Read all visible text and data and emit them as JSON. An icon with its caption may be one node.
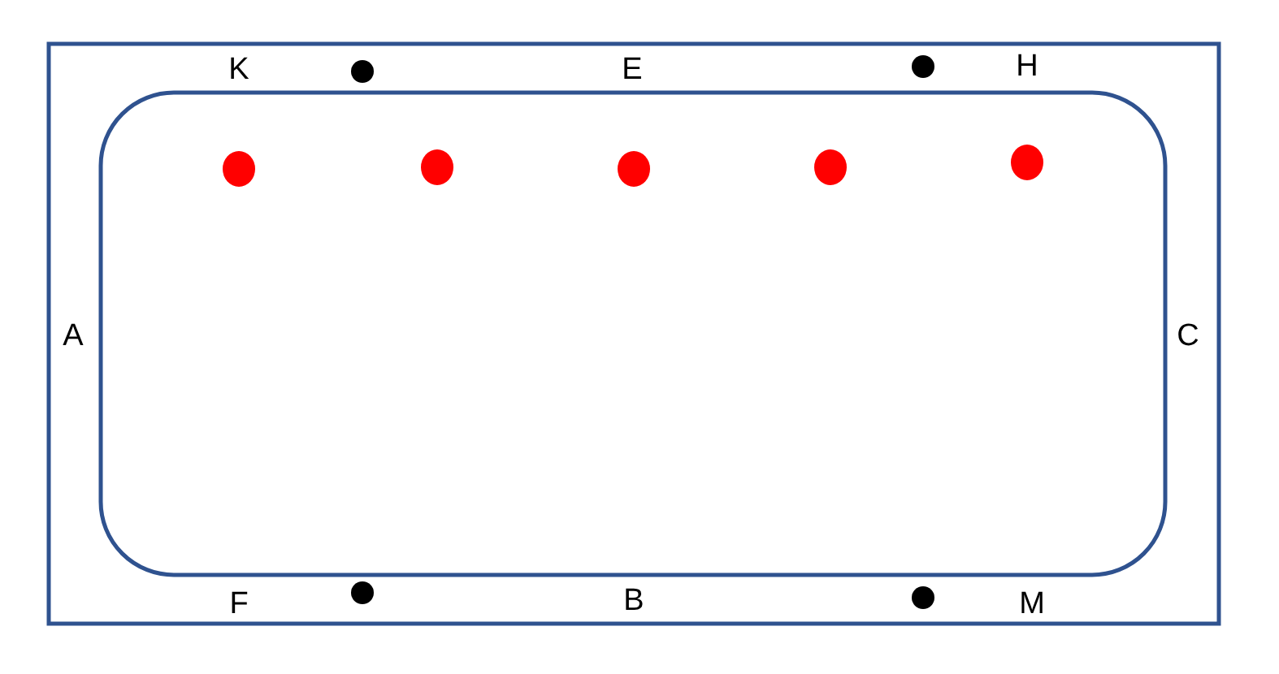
{
  "diagram": {
    "labels": [
      "K",
      "E",
      "H",
      "A",
      "C",
      "F",
      "B",
      "M"
    ]
  }
}
